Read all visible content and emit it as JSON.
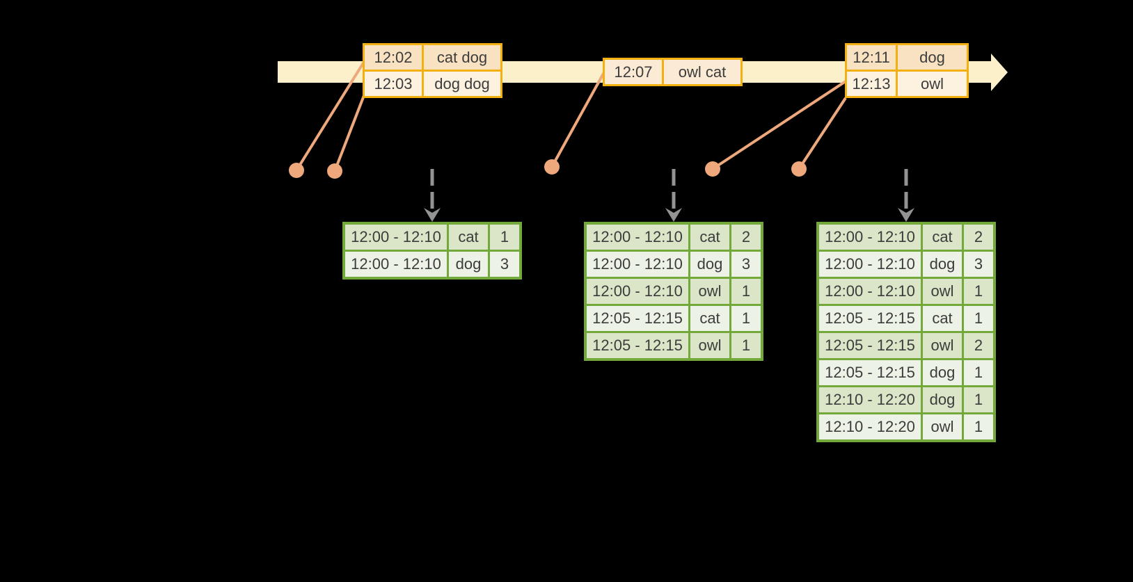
{
  "colors": {
    "background": "#000000",
    "timeline_fill": "#FCF0CA",
    "event_border": "#F2B111",
    "event_row_dark": "#F9E2C1",
    "event_row_light": "#FDF2E0",
    "event_row_single": "#FBEAD4",
    "connector": "#EEA87C",
    "trigger_arrow_gray": "#939393",
    "result_border": "#73A83B",
    "result_row_dark": "#DAE6C7",
    "result_row_light": "#EDF2E6",
    "text": "#3C3C3C"
  },
  "event_tables": [
    {
      "rows": [
        {
          "time": "12:02",
          "words": "cat dog"
        },
        {
          "time": "12:03",
          "words": "dog dog"
        }
      ]
    },
    {
      "rows": [
        {
          "time": "12:07",
          "words": "owl cat"
        }
      ]
    },
    {
      "rows": [
        {
          "time": "12:11",
          "words": "dog"
        },
        {
          "time": "12:13",
          "words": "owl"
        }
      ]
    }
  ],
  "result_tables": [
    {
      "rows": [
        {
          "window": "12:00 - 12:10",
          "word": "cat",
          "count": "1"
        },
        {
          "window": "12:00 - 12:10",
          "word": "dog",
          "count": "3"
        }
      ]
    },
    {
      "rows": [
        {
          "window": "12:00 - 12:10",
          "word": "cat",
          "count": "2"
        },
        {
          "window": "12:00 - 12:10",
          "word": "dog",
          "count": "3"
        },
        {
          "window": "12:00 - 12:10",
          "word": "owl",
          "count": "1"
        },
        {
          "window": "12:05 - 12:15",
          "word": "cat",
          "count": "1"
        },
        {
          "window": "12:05 - 12:15",
          "word": "owl",
          "count": "1"
        }
      ]
    },
    {
      "rows": [
        {
          "window": "12:00 - 12:10",
          "word": "cat",
          "count": "2"
        },
        {
          "window": "12:00 - 12:10",
          "word": "dog",
          "count": "3"
        },
        {
          "window": "12:00 - 12:10",
          "word": "owl",
          "count": "1"
        },
        {
          "window": "12:05 - 12:15",
          "word": "cat",
          "count": "1"
        },
        {
          "window": "12:05 - 12:15",
          "word": "owl",
          "count": "2"
        },
        {
          "window": "12:05 - 12:15",
          "word": "dog",
          "count": "1"
        },
        {
          "window": "12:10 - 12:20",
          "word": "dog",
          "count": "1"
        },
        {
          "window": "12:10 - 12:20",
          "word": "owl",
          "count": "1"
        }
      ]
    }
  ]
}
